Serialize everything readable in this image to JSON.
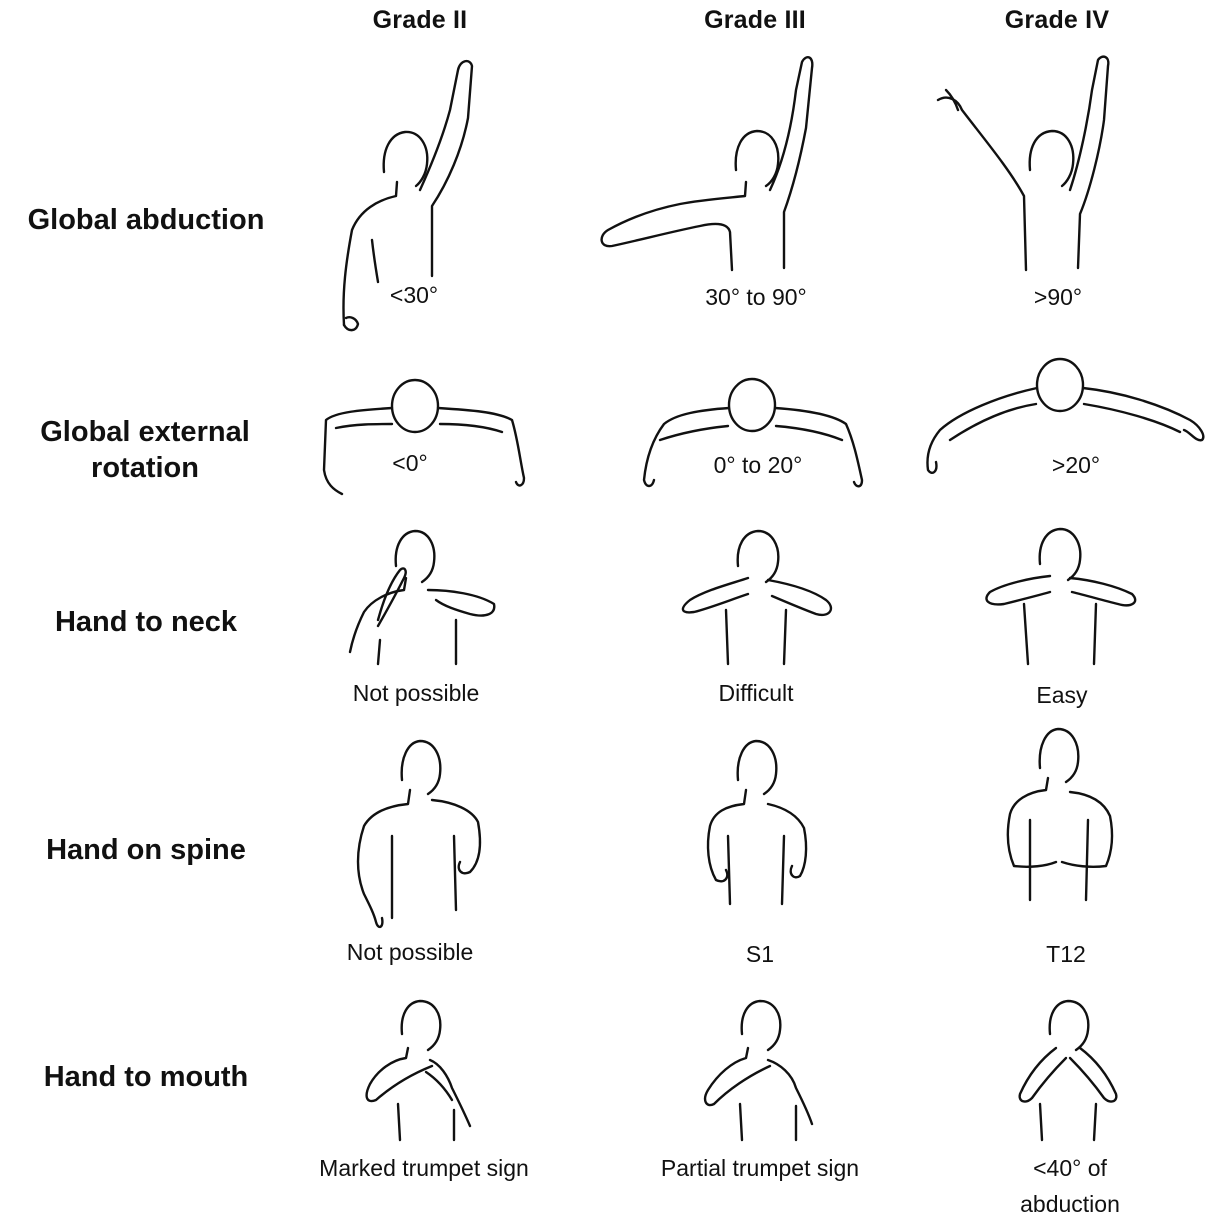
{
  "columns": [
    "Grade II",
    "Grade III",
    "Grade IV"
  ],
  "rows": [
    {
      "label": "Global abduction",
      "captions": [
        "<30°",
        "30° to 90°",
        ">90°"
      ]
    },
    {
      "label": "Global external rotation",
      "captions": [
        "<0°",
        "0° to 20°",
        ">20°"
      ]
    },
    {
      "label": "Hand to neck",
      "captions": [
        "Not possible",
        "Difficult",
        "Easy"
      ]
    },
    {
      "label": "Hand on spine",
      "captions": [
        "Not possible",
        "S1",
        "T12"
      ]
    },
    {
      "label": "Hand to mouth",
      "captions": [
        "Marked trumpet sign",
        "Partial trumpet sign",
        "<40° of abduction"
      ]
    }
  ]
}
